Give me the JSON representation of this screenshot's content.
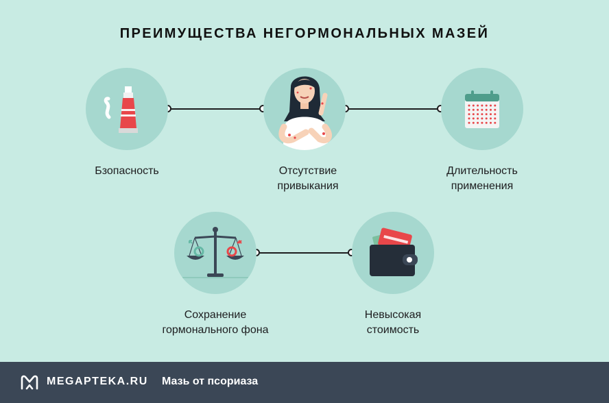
{
  "title": "ПРЕИМУЩЕСТВА НЕГОРМОНАЛЬНЫХ МАЗЕЙ",
  "items": [
    {
      "label": "Бзопасность",
      "icon": "ointment-tube-icon"
    },
    {
      "label": "Отсутствие\nпривыкания",
      "icon": "woman-scratching-icon"
    },
    {
      "label": "Длительность\nприменения",
      "icon": "calendar-icon"
    },
    {
      "label": "Сохранение\nгормонального фона",
      "icon": "scales-gender-icon"
    },
    {
      "label": "Невысокая\nстоимость",
      "icon": "wallet-icon"
    }
  ],
  "footer": {
    "brand": "MEGAPTEKA.RU",
    "subtitle": "Мазь от псориаза",
    "logo_icon": "m-logo-icon"
  },
  "colors": {
    "background": "#c8ebe3",
    "circle": "#a6d8cf",
    "footer": "#3b4756",
    "accent_red": "#e8474a"
  }
}
